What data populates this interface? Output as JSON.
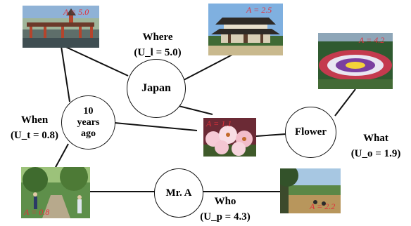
{
  "nodes": {
    "japan": {
      "label": "Japan",
      "category": "Where",
      "weight": "(U_l = 5.0)"
    },
    "years": {
      "label_lines": [
        "10",
        "years",
        "ago"
      ],
      "category": "When",
      "weight": "(U_t = 0.8)"
    },
    "flower": {
      "label": "Flower",
      "category": "What",
      "weight": "(U_o = 1.9)"
    },
    "mra": {
      "label": "Mr. A",
      "category": "Who",
      "weight": "(U_p = 4.3)"
    }
  },
  "photos": {
    "torii": {
      "score": "A = 5.0"
    },
    "temple": {
      "score": "A = 2.5"
    },
    "flower_field": {
      "score": "A = 4.2"
    },
    "lilies": {
      "score": "A = 1.1"
    },
    "park": {
      "score": "A = 0.8"
    },
    "field": {
      "score": "A = 2.2"
    }
  },
  "colors": {
    "score_text": "#e0303a",
    "edge": "#111111"
  }
}
